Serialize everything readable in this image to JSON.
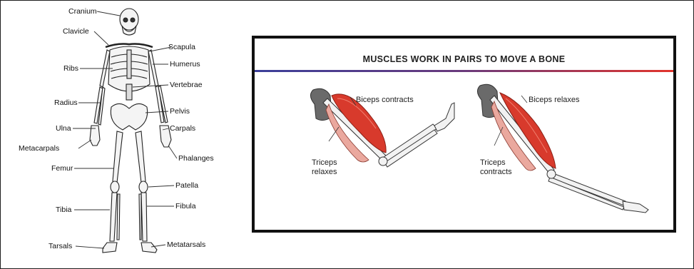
{
  "skeleton": {
    "labels": {
      "cranium": "Cranium",
      "clavicle": "Clavicle",
      "scapula": "Scapula",
      "ribs": "Ribs",
      "humerus": "Humerus",
      "vertebrae": "Vertebrae",
      "radius": "Radius",
      "pelvis": "Pelvis",
      "ulna": "Ulna",
      "carpals": "Carpals",
      "metacarpals": "Metacarpals",
      "phalanges": "Phalanges",
      "femur": "Femur",
      "patella": "Patella",
      "tibia": "Tibia",
      "fibula": "Fibula",
      "tarsals": "Tarsals",
      "metatarsals": "Metatarsals"
    }
  },
  "muscles": {
    "title": "MUSCLES WORK IN PAIRS TO MOVE A BONE",
    "rule_colors": [
      "#3b3f9a",
      "#e2342c"
    ],
    "muscle_color": "#e0402f",
    "left_arm": {
      "biceps_label": "Biceps contracts",
      "triceps_label_line1": "Triceps",
      "triceps_label_line2": "relaxes"
    },
    "right_arm": {
      "biceps_label": "Biceps relaxes",
      "triceps_label_line1": "Triceps",
      "triceps_label_line2": "contracts"
    }
  }
}
